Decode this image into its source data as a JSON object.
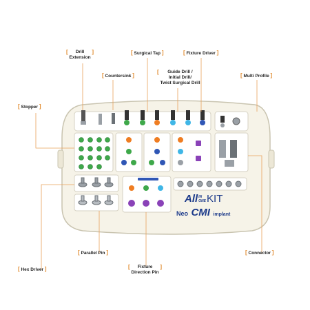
{
  "callouts": {
    "drill_extension": "Drill\nExtension",
    "surgical_tap": "Surgical Tap",
    "fixture_driver": "Fixture Driver",
    "countersink": "Countersink",
    "guide_drill": "Guide Drill /\nInitial Drill/\nTwist Surgical Drill",
    "multi_profile": "Multi Profile",
    "stopper": "Stopper",
    "parallel_pin": "Parallel Pin",
    "connector": "Connector",
    "hex_driver": "Hex Driver",
    "fixture_direction_pin": "Fixture\nDirection Pin"
  },
  "logo": {
    "all_in_one_a": "All",
    "all_in_one_in": "IN",
    "all_in_one_one": "ONE",
    "kit": "KIT",
    "neo": "Neo",
    "cmi": "CMI",
    "implant": "implant"
  },
  "colors": {
    "bracket": "#e0892b",
    "tray": "#f6f3e8",
    "tray_border": "#c9c4b0",
    "leader": "#e9a15a",
    "green": "#3ea84a",
    "orange": "#ef7d22",
    "blue": "#2f56b5",
    "cyan": "#3fb6e6",
    "purple": "#8a42b8",
    "steel": "#9aa0a6"
  }
}
